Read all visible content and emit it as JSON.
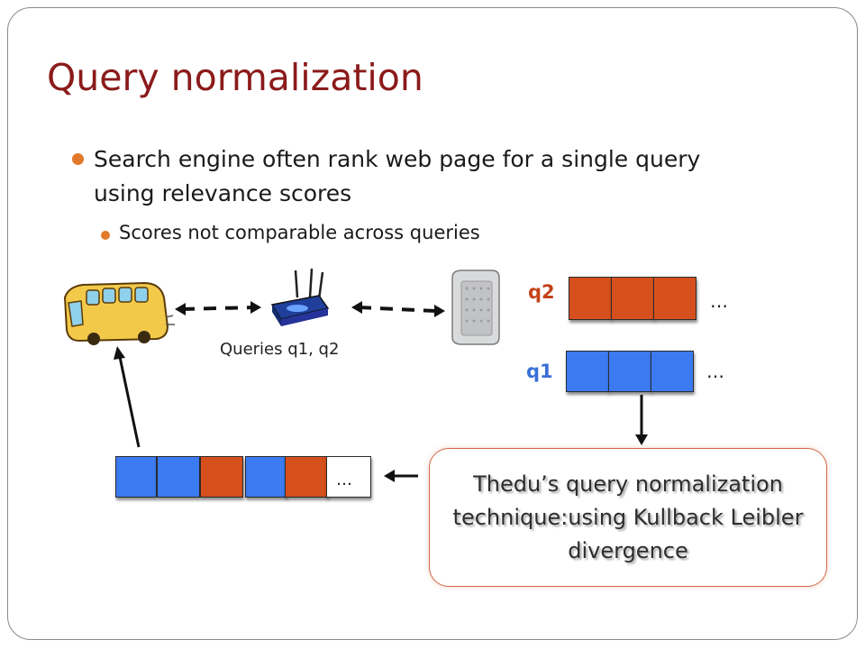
{
  "slide": {
    "title": "Query normalization",
    "bullets": [
      {
        "text": "Search engine often rank web page for a single query using relevance scores",
        "line1": "Search engine often rank web page for a single query",
        "line2": "using relevance scores",
        "sub": [
          "Scores not comparable across queries"
        ]
      }
    ]
  },
  "diagram": {
    "queries_label": "Queries q1, q2",
    "q2_label": "q2",
    "q1_label": "q1",
    "ellipsis": "…",
    "callout_text": "Thedu’s query normalization technique:using Kullback Leibler divergence",
    "icons": [
      "bus-icon",
      "router-icon",
      "server-icon"
    ],
    "colors": {
      "accent_title": "#8b1a1a",
      "bullet": "#e07a2a",
      "orange": "#d6501d",
      "blue": "#3b7af0",
      "callout_border": "#d46a4a"
    }
  }
}
